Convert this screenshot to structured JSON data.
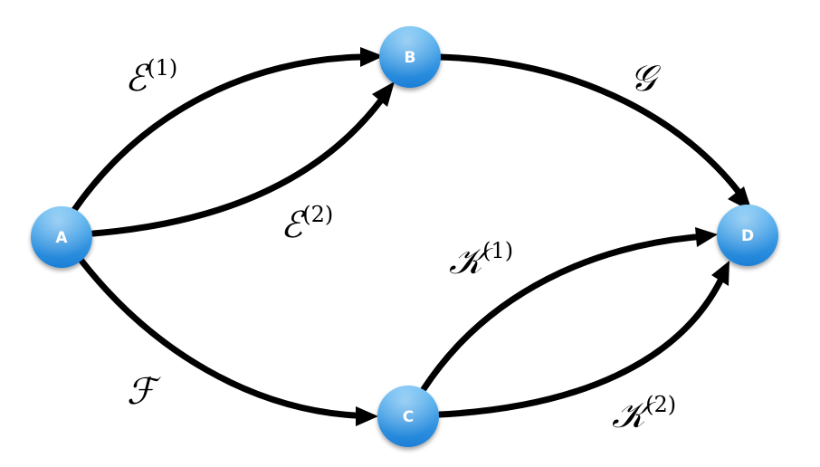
{
  "nodes": [
    {
      "id": "A",
      "label": "A"
    },
    {
      "id": "B",
      "label": "B"
    },
    {
      "id": "C",
      "label": "C"
    },
    {
      "id": "D",
      "label": "D"
    }
  ],
  "edges": [
    {
      "from": "A",
      "to": "B",
      "symbol": "ℰ",
      "superscript": "(1)"
    },
    {
      "from": "A",
      "to": "B",
      "symbol": "ℰ",
      "superscript": "(2)"
    },
    {
      "from": "B",
      "to": "D",
      "symbol": "𝒢",
      "superscript": ""
    },
    {
      "from": "A",
      "to": "C",
      "symbol": "ℱ",
      "superscript": ""
    },
    {
      "from": "C",
      "to": "D",
      "symbol": "𝒦",
      "superscript": "(1)"
    },
    {
      "from": "C",
      "to": "D",
      "symbol": "𝒦",
      "superscript": "(2)"
    }
  ],
  "colors": {
    "node_fill_top": "#5db8f2",
    "node_fill_bottom": "#1b7fd6",
    "node_text": "#ffffff",
    "edge_stroke": "#000000"
  }
}
